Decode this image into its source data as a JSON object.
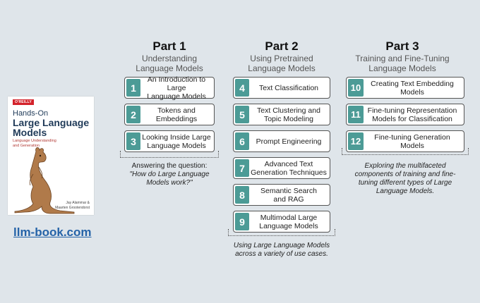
{
  "book": {
    "publisher": "O'REILLY",
    "title_line1": "Hands-On",
    "title_line2": "Large Language",
    "title_line3": "Models",
    "subtitle": "Language Understanding and Generation",
    "authors_line1": "Jay Alammar &",
    "authors_line2": "Maarten Grootendorst"
  },
  "site": "llm-book.com",
  "parts": [
    {
      "title": "Part 1",
      "subtitle_line1": "Understanding",
      "subtitle_line2": "Language Models",
      "caption_line1": "Answering the question:",
      "caption_line2": "\"How do Large Language",
      "caption_line3": "Models work?\"",
      "chapters": [
        {
          "num": "1",
          "line1": "An Introduction to Large",
          "line2": "Language Models"
        },
        {
          "num": "2",
          "line1": "Tokens and",
          "line2": "Embeddings"
        },
        {
          "num": "3",
          "line1": "Looking Inside Large",
          "line2": "Language Models"
        }
      ]
    },
    {
      "title": "Part 2",
      "subtitle_line1": "Using Pretrained",
      "subtitle_line2": "Language Models",
      "caption_line1": "Using Large Language Models",
      "caption_line2": "across a variety of use cases.",
      "chapters": [
        {
          "num": "4",
          "line1": "Text Classification",
          "line2": ""
        },
        {
          "num": "5",
          "line1": "Text Clustering and",
          "line2": "Topic Modeling"
        },
        {
          "num": "6",
          "line1": "Prompt Engineering",
          "line2": ""
        },
        {
          "num": "7",
          "line1": "Advanced Text",
          "line2": "Generation Techniques"
        },
        {
          "num": "8",
          "line1": "Semantic Search",
          "line2": "and RAG"
        },
        {
          "num": "9",
          "line1": "Multimodal Large",
          "line2": "Language Models"
        }
      ]
    },
    {
      "title": "Part 3",
      "subtitle_line1": "Training and Fine-Tuning",
      "subtitle_line2": "Language Models",
      "caption_line1": "Exploring the multifaceted",
      "caption_line2": "components of training and fine-",
      "caption_line3": "tuning different types of Large",
      "caption_line4": "Language Models.",
      "chapters": [
        {
          "num": "10",
          "line1": "Creating Text Embedding",
          "line2": "Models"
        },
        {
          "num": "11",
          "line1": "Fine-tuning Representation",
          "line2": "Models for Classification"
        },
        {
          "num": "12",
          "line1": "Fine-tuning Generation Models",
          "line2": ""
        }
      ]
    }
  ]
}
